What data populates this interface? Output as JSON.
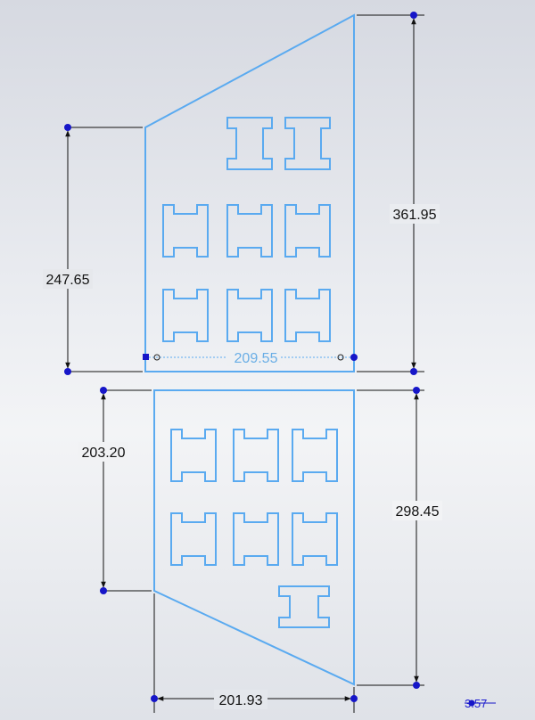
{
  "drawing": {
    "colors": {
      "geometry": "#5aaaf0",
      "dimension_line": "#111111",
      "endpoint": "#1616c8",
      "background_top": "#d6d9e1",
      "background_mid": "#f3f4f6"
    },
    "upper_part": {
      "height_left": "247.65",
      "height_right": "361.95",
      "width": "209.55",
      "cutout_rows": [
        2,
        3,
        3
      ]
    },
    "lower_part": {
      "height_left": "203.20",
      "height_right": "298.45",
      "width": "201.93",
      "cutout_rows": [
        3,
        3,
        1
      ]
    },
    "corner_value": "3.57"
  }
}
